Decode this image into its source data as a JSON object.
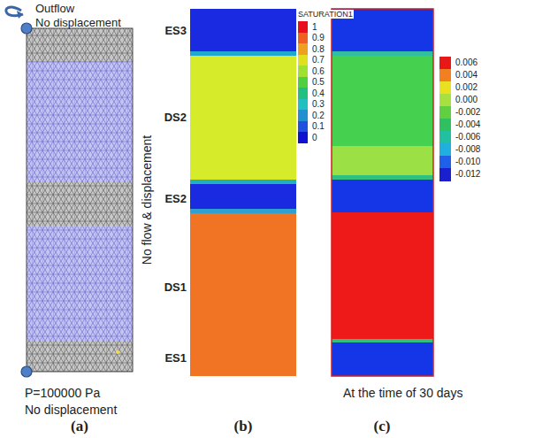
{
  "diagram": {
    "labels": [
      "Outflow",
      "No displacement",
      "No flow & displacement",
      "P=100000 Pa",
      "No displacement",
      "ES3",
      "DS2",
      "ES2",
      "DS1",
      "ES1",
      "SATURATION1",
      "At the time of 30 days",
      "(a)",
      "(b)",
      "(c)"
    ],
    "legend": [
      {
        "text": "1",
        "color": "#e8101a"
      },
      {
        "text": "0.9",
        "color": "#f06020"
      },
      {
        "text": "0.8",
        "color": "#f0a020"
      },
      {
        "text": "0.7",
        "color": "#e0e020"
      },
      {
        "text": "0.6",
        "color": "#a0e030"
      },
      {
        "text": "0.5",
        "color": "#50d040"
      },
      {
        "text": "0.4",
        "color": "#20c080"
      },
      {
        "text": "0.3",
        "color": "#20c0c0"
      },
      {
        "text": "0.2",
        "color": "#2090d0"
      },
      {
        "text": "0.1",
        "color": "#2050e0"
      },
      {
        "text": "0",
        "color": "#1010d0"
      },
      {
        "text": "0.006",
        "color": "#e81818"
      },
      {
        "text": "0.004",
        "color": "#f08020"
      },
      {
        "text": "0.002",
        "color": "#e8e020"
      },
      {
        "text": "0.000",
        "color": "#a8e040"
      },
      {
        "text": "-0.002",
        "color": "#60d040"
      },
      {
        "text": "-0.004",
        "color": "#30c060"
      },
      {
        "text": "-0.006",
        "color": "#20c0a0"
      },
      {
        "text": "-0.008",
        "color": "#20b0e0"
      },
      {
        "text": "-0.010",
        "color": "#2060e8"
      },
      {
        "text": "-0.012",
        "color": "#1a20d0"
      }
    ]
  }
}
